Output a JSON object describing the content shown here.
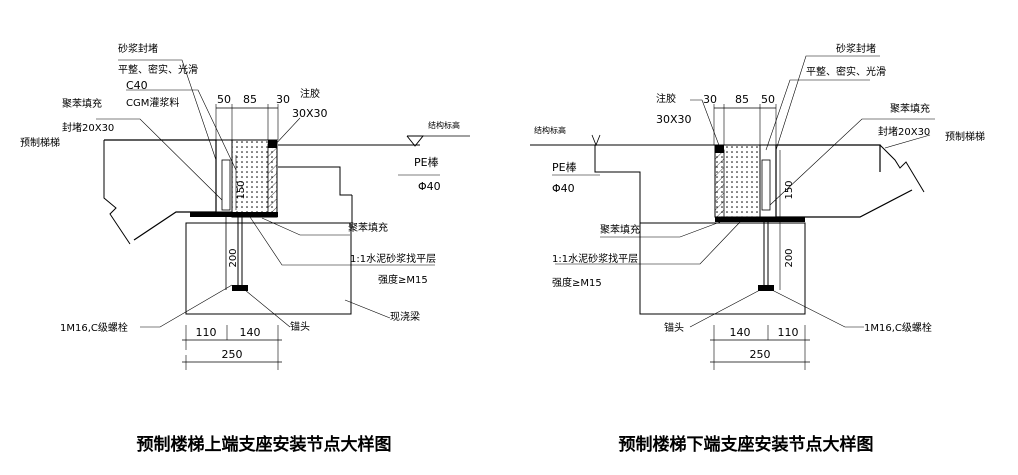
{
  "left": {
    "caption": "预制楼梯上端支座安装节点大样图",
    "labels": {
      "mortar_seal": "砂浆封堵",
      "mortar_finish": "平整、密实、光滑",
      "c40": "C40",
      "cgm": "CGM灌浆料",
      "foam_fill": "聚苯填充",
      "seal": "封堵20X30",
      "precast_stair": "预制梯梯",
      "glue": "注胶",
      "glue_size": "30X30",
      "struct_level": "结构标高",
      "pe_rod": "PE棒",
      "pe_dia": "Φ40",
      "foam_fill2": "聚苯填充",
      "leveling": "1:1水泥砂浆找平层",
      "strength": "强度≥M15",
      "bolt": "1M16,C级螺栓",
      "anchor": "锚头",
      "cast_beam": "现浇梁"
    },
    "dims": {
      "top": [
        "50",
        "85",
        "30"
      ],
      "v150": "150",
      "v200": "200",
      "bottom": [
        "110",
        "140"
      ],
      "total": "250"
    }
  },
  "right": {
    "caption": "预制楼梯下端支座安装节点大样图",
    "labels": {
      "mortar_seal": "砂浆封堵",
      "mortar_finish": "平整、密实、光滑",
      "glue": "注胶",
      "glue_size": "30X30",
      "struct_level": "结构标高",
      "foam_fill": "聚苯填充",
      "seal": "封堵20X30",
      "precast_stair": "预制梯梯",
      "pe_rod": "PE棒",
      "pe_dia": "Φ40",
      "foam_fill2": "聚苯填充",
      "leveling": "1:1水泥砂浆找平层",
      "strength": "强度≥M15",
      "anchor": "锚头",
      "bolt": "1M16,C级螺栓"
    },
    "dims": {
      "top": [
        "30",
        "85",
        "50"
      ],
      "v150": "150",
      "v200": "200",
      "bottom": [
        "140",
        "110"
      ],
      "total": "250"
    }
  }
}
